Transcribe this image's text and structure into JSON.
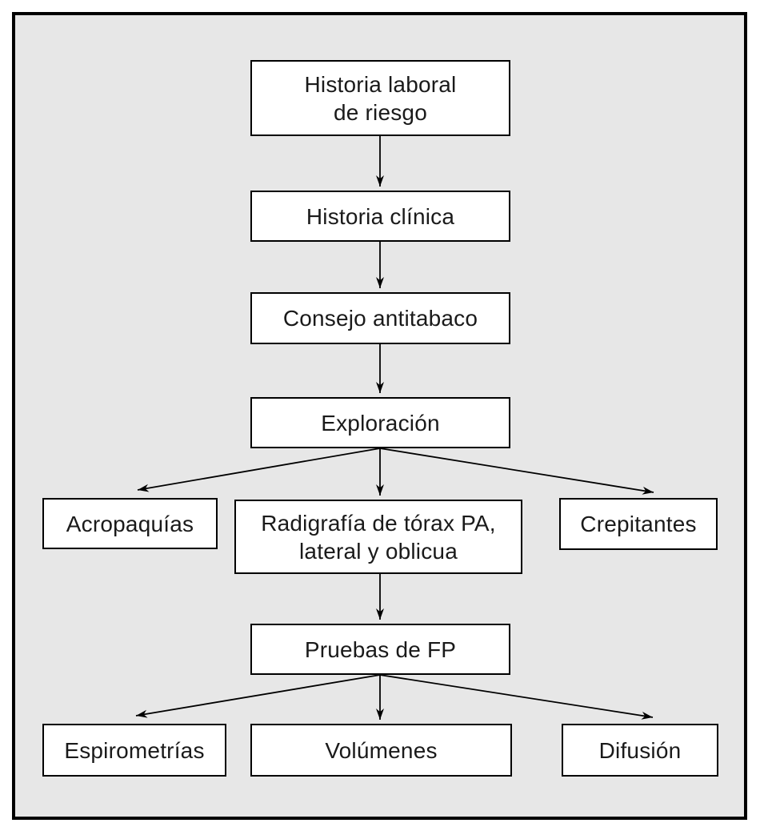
{
  "figure": {
    "type": "flowchart",
    "language": "es",
    "colors": {
      "panel_background": "#e7e7e7",
      "frame_border": "#000000",
      "node_background": "#ffffff",
      "node_border": "#000000",
      "text": "#1a1a1a",
      "arrow": "#000000"
    }
  },
  "diagram": {
    "nodes": [
      {
        "id": "historia-laboral",
        "label": "Historia laboral\nde riesgo"
      },
      {
        "id": "historia-clinica",
        "label": "Historia clínica"
      },
      {
        "id": "consejo-antitabaco",
        "label": "Consejo antitabaco"
      },
      {
        "id": "exploracion",
        "label": "Exploración"
      },
      {
        "id": "acropaquias",
        "label": "Acropaquías"
      },
      {
        "id": "radiografia-torax",
        "label": "Radigrafía de tórax PA,\nlateral y oblicua"
      },
      {
        "id": "crepitantes",
        "label": "Crepitantes"
      },
      {
        "id": "pruebas-fp",
        "label": "Pruebas de FP"
      },
      {
        "id": "espirometrias",
        "label": "Espirometrías"
      },
      {
        "id": "volumenes",
        "label": "Volúmenes"
      },
      {
        "id": "difusion",
        "label": "Difusión"
      }
    ],
    "edges": [
      {
        "from": "historia-laboral",
        "to": "historia-clinica"
      },
      {
        "from": "historia-clinica",
        "to": "consejo-antitabaco"
      },
      {
        "from": "consejo-antitabaco",
        "to": "exploracion"
      },
      {
        "from": "exploracion",
        "to": "acropaquias"
      },
      {
        "from": "exploracion",
        "to": "radiografia-torax"
      },
      {
        "from": "exploracion",
        "to": "crepitantes"
      },
      {
        "from": "radiografia-torax",
        "to": "pruebas-fp"
      },
      {
        "from": "pruebas-fp",
        "to": "espirometrias"
      },
      {
        "from": "pruebas-fp",
        "to": "volumenes"
      },
      {
        "from": "pruebas-fp",
        "to": "difusion"
      }
    ]
  }
}
